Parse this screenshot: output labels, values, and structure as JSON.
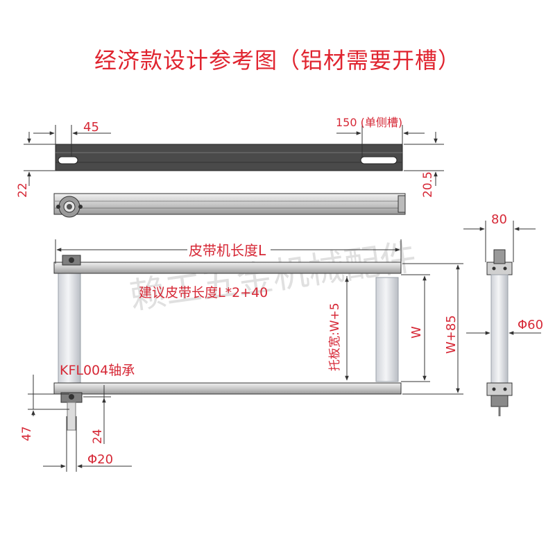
{
  "title": "经济款设计参考图（铝材需要开槽）",
  "watermark": "赖工五金机械配件",
  "colors": {
    "annotation": "#d62836",
    "title": "#e0242f",
    "profile_dark": "#4a4a4a",
    "profile_light": "#d9d9d9"
  },
  "dims": {
    "slot_pos": "45",
    "slot_len": "150 (单侧槽)",
    "height_left": "22",
    "height_right": "20.5",
    "belt_machine_length": "皮带机长度L",
    "belt_length": "建议皮带长度L*2+40",
    "bearing": "KFL004轴承",
    "tray_width": "托板宽:W+5",
    "width": "W",
    "width_total": "W+85",
    "side_width": "80",
    "roller_dia": "Φ60",
    "shaft_dia": "Φ20",
    "offset_47": "47",
    "offset_24": "24"
  }
}
